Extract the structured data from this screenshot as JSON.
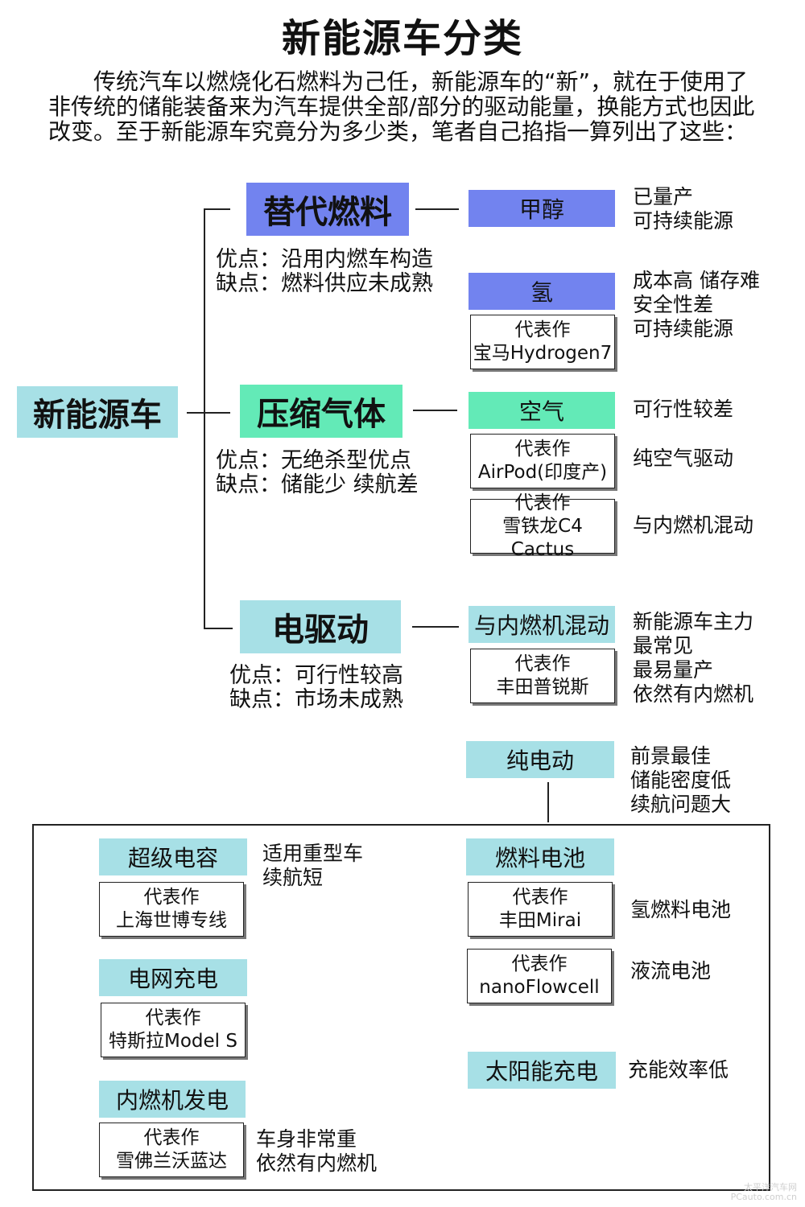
{
  "title": "新能源车分类",
  "intro": [
    "　　传统汽车以燃烧化石燃料为己任，新能源车的“新”，就在于使用了",
    "非传统的储能装备来为汽车提供全部/部分的驱动能量，换能方式也因此",
    "改变。至于新能源车究竟分为多少类，笔者自己掐指一算列出了这些："
  ],
  "root": "新能源车",
  "categories": {
    "alt_fuel": {
      "label": "替代燃料",
      "pros": "优点：沿用内燃车构造",
      "cons": "缺点：燃料供应未成熟"
    },
    "compressed_gas": {
      "label": "压缩气体",
      "pros": "优点：无绝杀型优点",
      "cons": "缺点：储能少 续航差"
    },
    "electric": {
      "label": "电驱动",
      "pros": "优点：可行性较高",
      "cons": "缺点：市场未成熟"
    }
  },
  "items": {
    "methanol": {
      "label": "甲醇",
      "note": "已量产\n可持续能源"
    },
    "hydrogen": {
      "label": "氢",
      "note": "成本高 储存难\n安全性差\n可持续能源",
      "rep_title": "代表作",
      "rep_name": "宝马Hydrogen7"
    },
    "air": {
      "label": "空气",
      "note": "可行性较差"
    },
    "airpod": {
      "rep_title": "代表作",
      "rep_name": "AirPod(印度产)",
      "note": "纯空气驱动"
    },
    "c4cactus": {
      "rep_title": "代表作",
      "rep_name": "雪铁龙C4 Cactus",
      "note": "与内燃机混动"
    },
    "hybrid": {
      "label": "与内燃机混动",
      "rep_title": "代表作",
      "rep_name": "丰田普锐斯",
      "note": "新能源车主力\n最常见\n最易量产\n依然有内燃机"
    },
    "pure_ev": {
      "label": "纯电动",
      "note": "前景最佳\n储能密度低\n续航问题大"
    },
    "supercap": {
      "label": "超级电容",
      "note": "适用重型车\n续航短",
      "rep_title": "代表作",
      "rep_name": "上海世博专线"
    },
    "grid": {
      "label": "电网充电",
      "rep_title": "代表作",
      "rep_name": "特斯拉Model S"
    },
    "ice_gen": {
      "label": "内燃机发电",
      "rep_title": "代表作",
      "rep_name": "雪佛兰沃蓝达",
      "note": "车身非常重\n依然有内燃机"
    },
    "fuel_cell": {
      "label": "燃料电池"
    },
    "mirai": {
      "rep_title": "代表作",
      "rep_name": "丰田Mirai",
      "note": "氢燃料电池"
    },
    "nanoflowcell": {
      "rep_title": "代表作",
      "rep_name": "nanoFlowcell",
      "note": "液流电池"
    },
    "solar": {
      "label": "太阳能充电",
      "note": "充能效率低"
    }
  },
  "watermark": [
    "太平洋汽车网",
    "PCauto.com.cn"
  ],
  "colors": {
    "alt_fuel": "#7283ef",
    "compressed_gas": "#63eab7",
    "electric": "#a7e0e6"
  }
}
